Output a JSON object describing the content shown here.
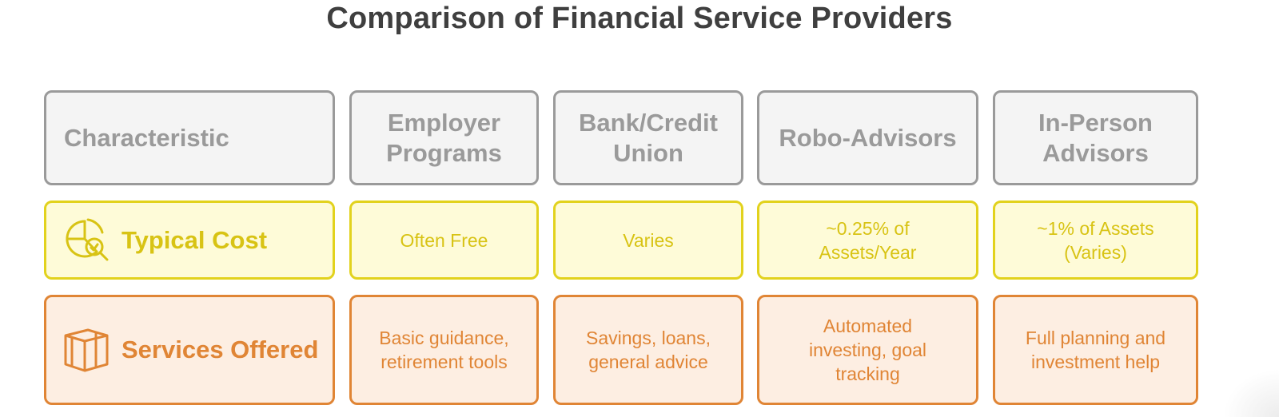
{
  "title": "Comparison of Financial Service Providers",
  "header": {
    "characteristic": "Characteristic",
    "columns": [
      "Employer\nPrograms",
      "Bank/Credit\nUnion",
      "Robo-Advisors",
      "In-Person\nAdvisors"
    ]
  },
  "rows": [
    {
      "label": "Typical Cost",
      "icon": "cost-analysis-icon",
      "color": "#d8c314",
      "values": [
        "Often Free",
        "Varies",
        "~0.25% of\nAssets/Year",
        "~1% of Assets\n(Varies)"
      ]
    },
    {
      "label": "Services Offered",
      "icon": "box-icon",
      "color": "#e08535",
      "values": [
        "Basic guidance,\nretirement tools",
        "Savings, loans,\ngeneral advice",
        "Automated\ninvesting, goal\ntracking",
        "Full planning and\ninvestment help"
      ]
    }
  ]
}
